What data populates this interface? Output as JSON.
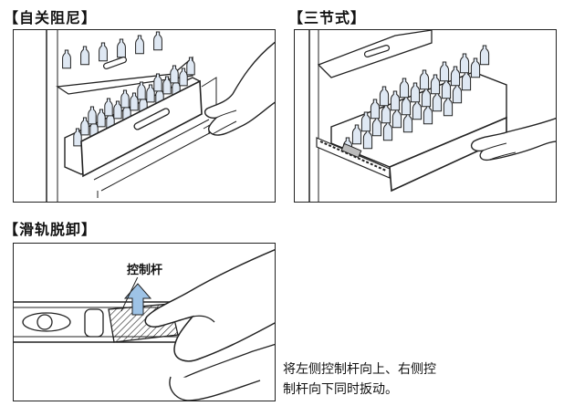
{
  "sections": [
    {
      "id": "soft-close",
      "title": "【自关阻尼】"
    },
    {
      "id": "three-section",
      "title": "【三节式】"
    },
    {
      "id": "rail-release",
      "title": "【滑轨脱卸】"
    }
  ],
  "rail_release": {
    "lever_label": "控制杆",
    "instruction_line1": "将左侧控制杆向上、右侧控",
    "instruction_line2": "制杆向下同时扳动。"
  },
  "colors": {
    "bottle_fill": "#dfe8f3",
    "line": "#222222",
    "arrow": "#9ec3e6"
  }
}
